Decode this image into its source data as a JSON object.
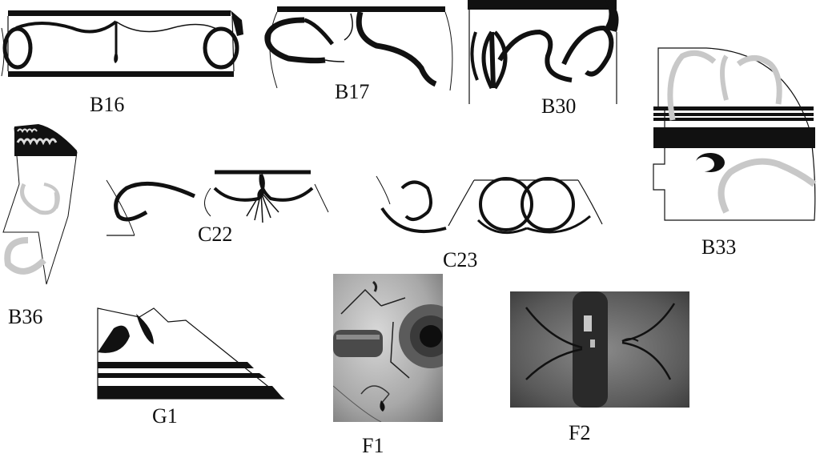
{
  "figures": [
    {
      "id": "b16",
      "label": "B16",
      "kind": "drawing"
    },
    {
      "id": "b17",
      "label": "B17",
      "kind": "drawing"
    },
    {
      "id": "b30",
      "label": "B30",
      "kind": "drawing"
    },
    {
      "id": "b33",
      "label": "B33",
      "kind": "drawing"
    },
    {
      "id": "b36",
      "label": "B36",
      "kind": "drawing"
    },
    {
      "id": "c22",
      "label": "C22",
      "kind": "drawing"
    },
    {
      "id": "c23",
      "label": "C23",
      "kind": "drawing"
    },
    {
      "id": "g1",
      "label": "G1",
      "kind": "drawing"
    },
    {
      "id": "f1",
      "label": "F1",
      "kind": "photograph"
    },
    {
      "id": "f2",
      "label": "F2",
      "kind": "photograph"
    }
  ],
  "colors": {
    "paint": "#111111",
    "secondary_paint": "#c8c8c8",
    "background": "#ffffff"
  }
}
